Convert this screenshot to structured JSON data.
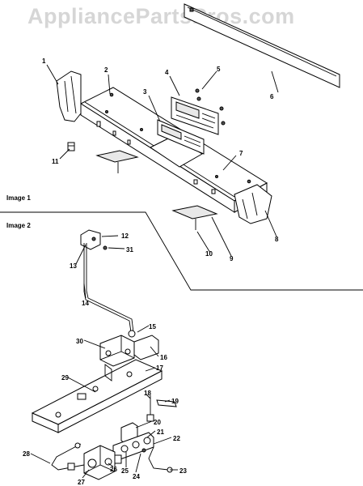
{
  "watermark": "AppliancePartsPros.com",
  "sections": {
    "image1": "Image 1",
    "image2": "Image 2"
  },
  "callouts": {
    "c1": "1",
    "c2": "2",
    "c3": "3",
    "c4": "4",
    "c5": "5",
    "c6": "6",
    "c7": "7",
    "c8": "8",
    "c9": "9",
    "c10": "10",
    "c11": "11",
    "c12": "12",
    "c13": "13",
    "c14": "14",
    "c15": "15",
    "c16": "16",
    "c17": "17",
    "c18": "18",
    "c19": "19",
    "c20": "20",
    "c21": "21",
    "c22": "22",
    "c23": "23",
    "c24": "24",
    "c25": "25",
    "c26": "26",
    "c27": "27",
    "c28": "28",
    "c29": "29",
    "c30": "30",
    "c31": "31"
  }
}
